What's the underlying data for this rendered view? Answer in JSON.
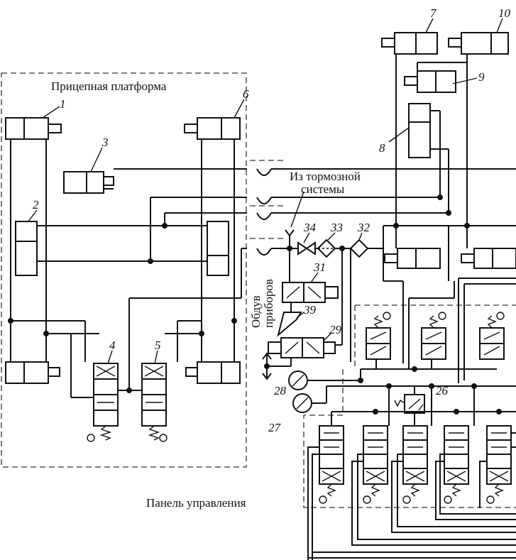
{
  "labels": {
    "platform": "Прицепная платформа",
    "brake_line1": "Из тормозной",
    "brake_line2": "системы",
    "blow_line1": "Обдув",
    "blow_line2": "приборов",
    "panel": "Панель управления"
  },
  "numbers": {
    "n1": "1",
    "n2": "2",
    "n3": "3",
    "n4": "4",
    "n5": "5",
    "n6": "6",
    "n7": "7",
    "n8": "8",
    "n9": "9",
    "n10": "10",
    "n26": "26",
    "n27": "27",
    "n28": "28",
    "n29": "29",
    "n31": "31",
    "n32": "32",
    "n33": "33",
    "n34": "34",
    "n39": "39"
  }
}
